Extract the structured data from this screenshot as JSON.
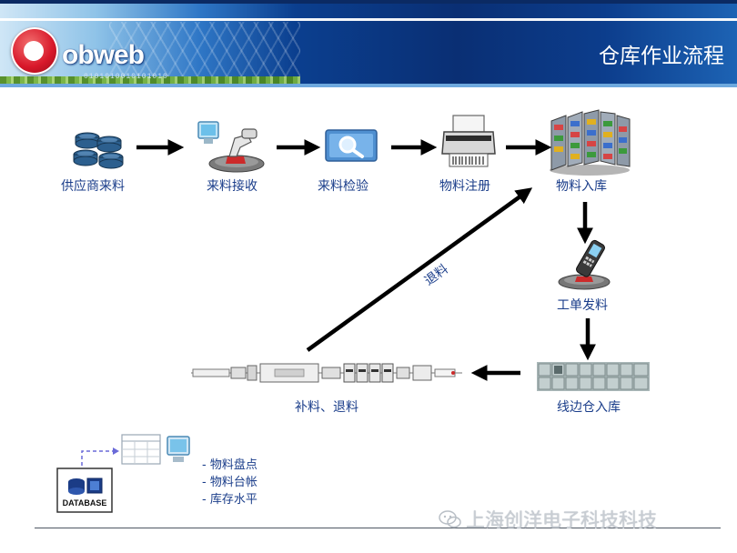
{
  "header": {
    "title": "仓库作业流程",
    "logo_text": "obweb",
    "logo_subtext": "0101010010101010"
  },
  "flow": {
    "steps": [
      {
        "label": "供应商来料",
        "icon": "database-disks-icon"
      },
      {
        "label": "来料接收",
        "icon": "scanner-terminal-icon"
      },
      {
        "label": "来料检验",
        "icon": "magnifier-icon"
      },
      {
        "label": "物料注册",
        "icon": "printer-icon"
      },
      {
        "label": "物料入库",
        "icon": "storage-racks-icon"
      },
      {
        "label": "工单发料",
        "icon": "handheld-scanner-icon"
      },
      {
        "label": "线边仓入库",
        "icon": "locker-cabinet-icon"
      },
      {
        "label": "补料、退料",
        "icon": "smt-line-icon"
      }
    ],
    "return_label": "退料"
  },
  "inventory": {
    "items": [
      "- 物料盘点",
      "- 物料台帐",
      "- 库存水平"
    ],
    "database_label": "DATABASE"
  },
  "watermark": {
    "text": "上海创洋电子科技科技"
  },
  "colors": {
    "label": "#1a3d8a",
    "arrow": "#000000",
    "banner_dark": "#0a2f74",
    "logo_red": "#d8182a"
  }
}
